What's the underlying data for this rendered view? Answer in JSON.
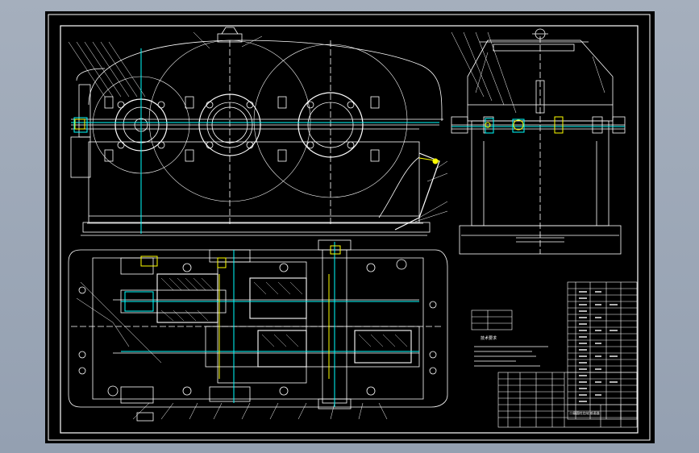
{
  "app": {
    "view": "cad-drawing-viewport"
  },
  "drawing": {
    "background": "#000000",
    "line_color": "#ffffff",
    "highlight_color": "#00ffff",
    "accent_color": "#ffff00"
  },
  "technical_requirements_title": "技术要求",
  "title_block": {
    "caption": "二级圆柱齿轮减速器"
  }
}
